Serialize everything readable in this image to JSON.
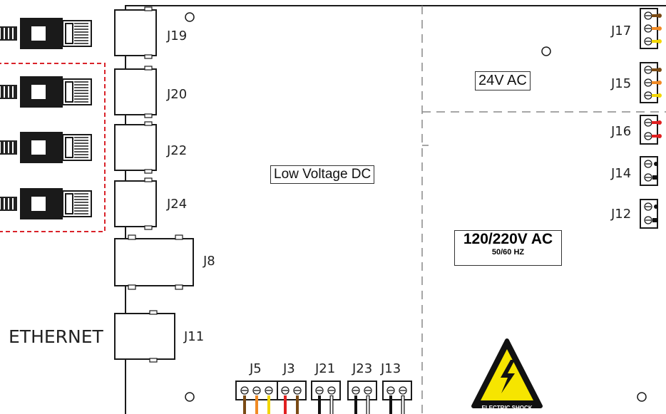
{
  "connectors": {
    "J19": "J19",
    "J20": "J20",
    "J22": "J22",
    "J24": "J24",
    "J8": "J8",
    "J11": "J11",
    "J17": "J17",
    "J15": "J15",
    "J16": "J16",
    "J14": "J14",
    "J12": "J12",
    "J5": "J5",
    "J3": "J3",
    "J21": "J21",
    "J23": "J23",
    "J13": "J13"
  },
  "labels": {
    "ethernet": "ETHERNET",
    "low_voltage": "Low Voltage DC",
    "ac24": "24V AC",
    "ac_high": "120/220V AC",
    "ac_freq": "50/60 HZ",
    "warning": "ELECTRIC SHOCK"
  },
  "colors": {
    "board_line": "#1a1a1a",
    "dashed_red": "#d9232a",
    "dashed_gray": "#888888",
    "warn_yellow": "#f6e500",
    "wire_brown": "#7a4a14",
    "wire_orange": "#f08a24",
    "wire_yellow": "#f2d600",
    "wire_red": "#e02020",
    "wire_black": "#111111",
    "wire_white": "#ffffff"
  }
}
